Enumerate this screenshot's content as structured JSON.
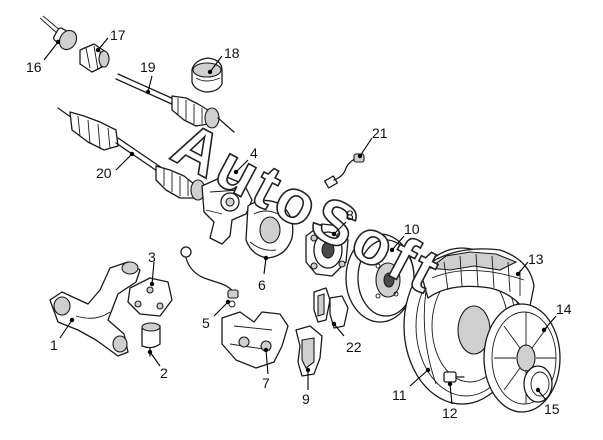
{
  "watermark": "AutoSoft",
  "callouts": [
    {
      "id": "1",
      "label": "1"
    },
    {
      "id": "2",
      "label": "2"
    },
    {
      "id": "3",
      "label": "3"
    },
    {
      "id": "4",
      "label": "4"
    },
    {
      "id": "5",
      "label": "5"
    },
    {
      "id": "6",
      "label": "6"
    },
    {
      "id": "7",
      "label": "7"
    },
    {
      "id": "8",
      "label": "8"
    },
    {
      "id": "9",
      "label": "9"
    },
    {
      "id": "10",
      "label": "10"
    },
    {
      "id": "11",
      "label": "11"
    },
    {
      "id": "12",
      "label": "12"
    },
    {
      "id": "13",
      "label": "13"
    },
    {
      "id": "14",
      "label": "14"
    },
    {
      "id": "15",
      "label": "15"
    },
    {
      "id": "16",
      "label": "16"
    },
    {
      "id": "17",
      "label": "17"
    },
    {
      "id": "18",
      "label": "18"
    },
    {
      "id": "19",
      "label": "19"
    },
    {
      "id": "20",
      "label": "20"
    },
    {
      "id": "21",
      "label": "21"
    },
    {
      "id": "22",
      "label": "22"
    }
  ]
}
